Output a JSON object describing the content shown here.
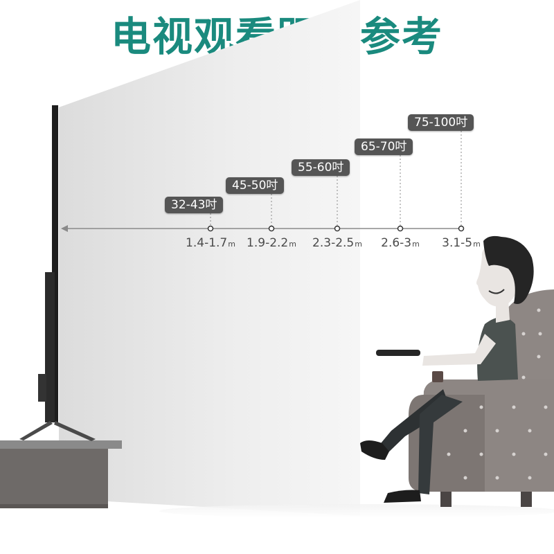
{
  "title": "电视观看距离参考",
  "colors": {
    "title": "#1a8a7e",
    "label_bg": "#555555",
    "axis": "#888888",
    "sofa": "#8a8380",
    "shirt": "#4b5250"
  },
  "unit": "m",
  "distances": [
    {
      "size": "32-43吋",
      "range": "1.4-1.7"
    },
    {
      "size": "45-50吋",
      "range": "1.9-2.2"
    },
    {
      "size": "55-60吋",
      "range": "2.3-2.5"
    },
    {
      "size": "65-70吋",
      "range": "2.6-3"
    },
    {
      "size": "75-100吋",
      "range": "3.1-5"
    }
  ]
}
